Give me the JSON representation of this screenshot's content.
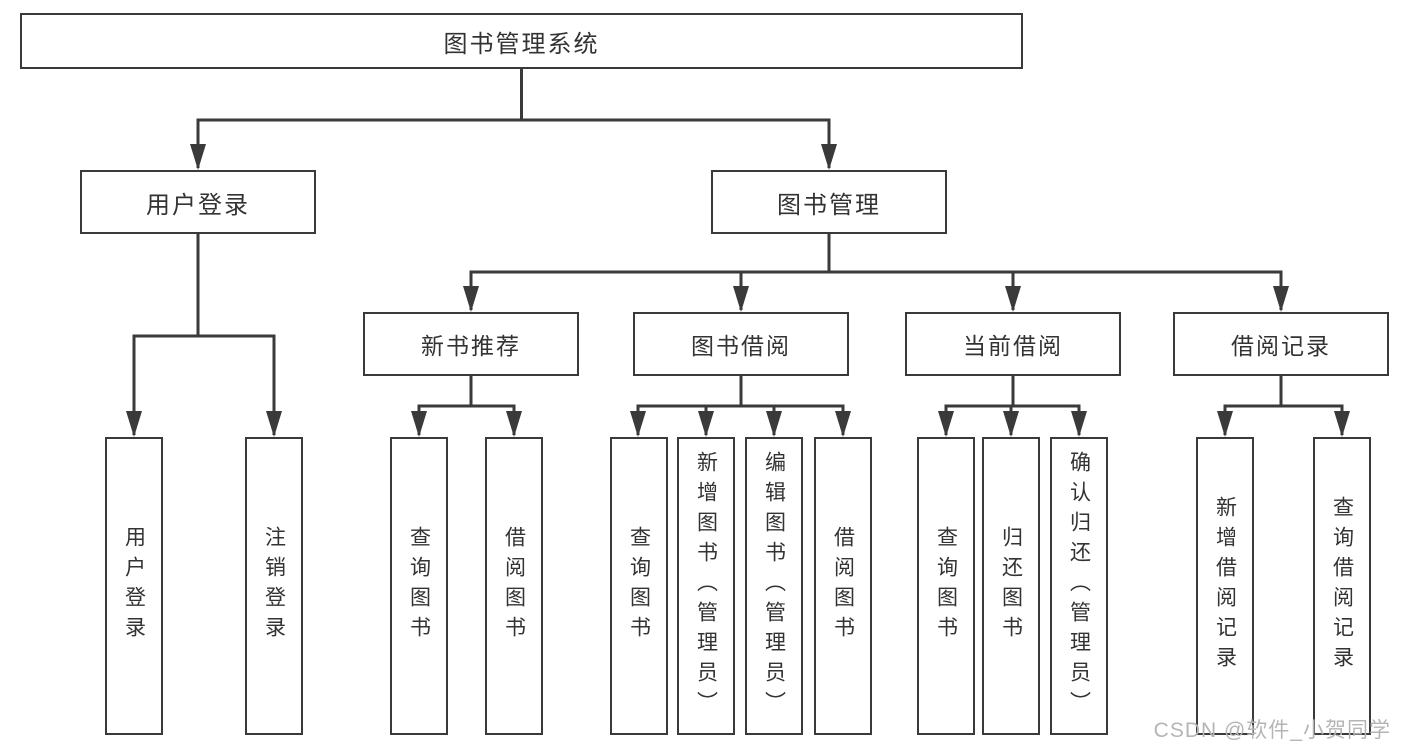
{
  "diagram": {
    "title": "图书管理系统",
    "nodes": {
      "root": "图书管理系统",
      "user_login": "用户登录",
      "book_mgmt": "图书管理",
      "new_book_rec": "新书推荐",
      "book_borrow": "图书借阅",
      "current_borrow": "当前借阅",
      "borrow_record": "借阅记录",
      "leaf_user_login": "用户登录",
      "leaf_logout": "注销登录",
      "leaf_rec_query": "查询图书",
      "leaf_rec_borrow": "借阅图书",
      "leaf_bb_query": "查询图书",
      "leaf_bb_add": "新增图书（管理员）",
      "leaf_bb_edit": "编辑图书（管理员）",
      "leaf_bb_borrow": "借阅图书",
      "leaf_cb_query": "查询图书",
      "leaf_cb_return": "归还图书",
      "leaf_cb_confirm": "确认归还（管理员）",
      "leaf_br_add": "新增借阅记录",
      "leaf_br_query": "查询借阅记录"
    },
    "colors": {
      "line": "#3a3a3a",
      "text": "#333333",
      "background": "#ffffff",
      "watermark": "#b5b5b5"
    }
  },
  "watermark": {
    "text": "CSDN @软件_小贺同学"
  }
}
